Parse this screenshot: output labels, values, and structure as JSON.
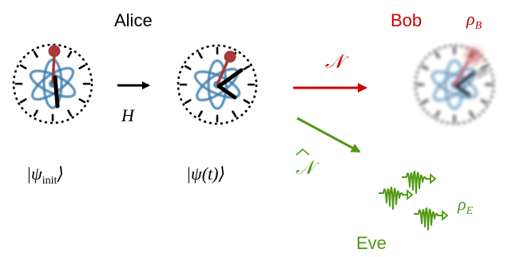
{
  "labels": {
    "alice": "Alice",
    "bob": "Bob",
    "eve": "Eve",
    "hadamard": "H",
    "channel": "𝒩",
    "channel_complement": "𝒩",
    "rho_b_base": "ρ",
    "rho_b_sub": "B",
    "rho_e_base": "ρ",
    "rho_e_sub": "E",
    "psi_init_base": "|ψ",
    "psi_init_sub": "init",
    "psi_init_close": "⟩",
    "psi_t": "|ψ(t)⟩"
  },
  "colors": {
    "black": "#000000",
    "bob_red": "#cc0000",
    "eve_green": "#4f9a12",
    "atom_blue": "#3f7fb0",
    "hand_red": "#a83a3a"
  },
  "icons": {
    "clock_initial": "atomic-clock-icon",
    "clock_evolved": "atomic-clock-icon",
    "clock_blurred": "blurred-atomic-clock-icon",
    "wave_packets": "wave-packet-icon"
  }
}
